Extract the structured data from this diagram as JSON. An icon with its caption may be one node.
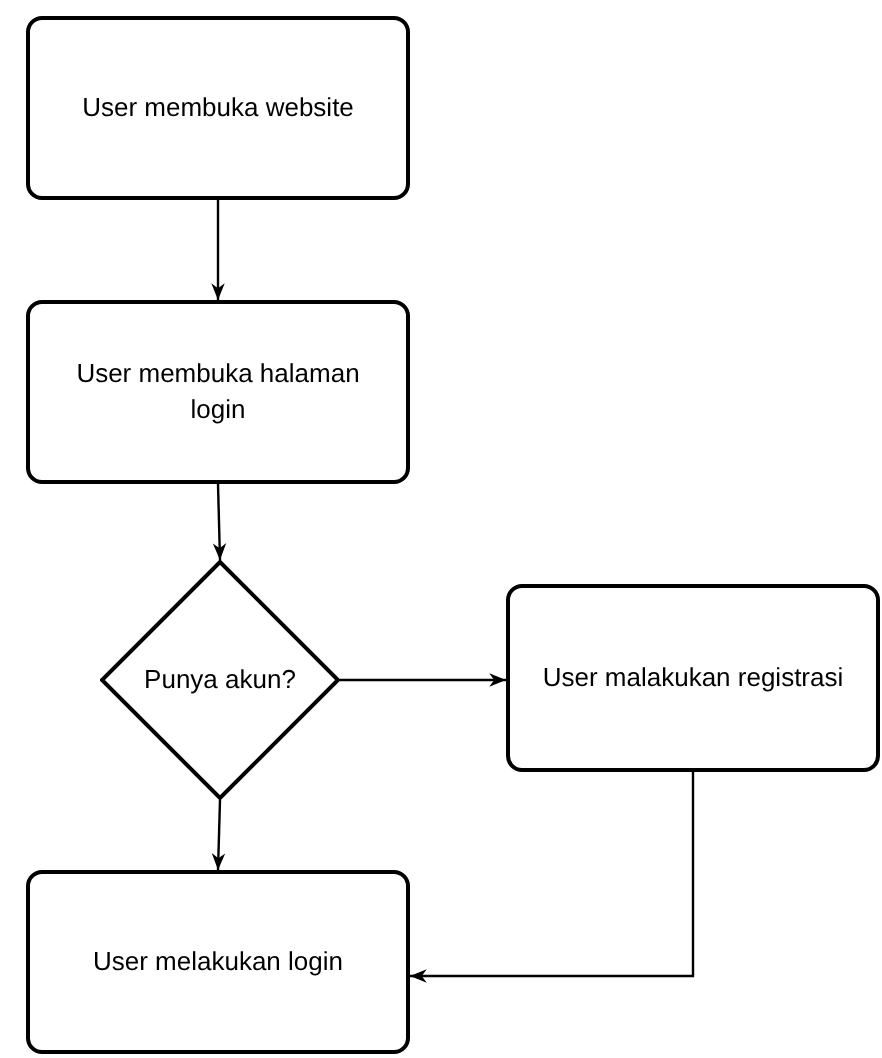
{
  "diagram": {
    "nodes": [
      {
        "text": [
          "User membuka website"
        ]
      },
      {
        "text": [
          "User membuka halaman login"
        ]
      },
      {
        "text": [
          "Punya akun?"
        ]
      },
      {
        "text": [
          "User malakukan registrasi"
        ]
      },
      {
        "text": [
          "User melakukan login"
        ]
      }
    ],
    "edges": [
      {
        "from": 0,
        "to": 1,
        "arrow": "to"
      },
      {
        "from": 1,
        "to": 2,
        "arrow": "to"
      },
      {
        "from": 2,
        "to": 3,
        "arrow": "to"
      },
      {
        "from": 2,
        "to": 4,
        "arrow": "to"
      },
      {
        "from": 3,
        "to": 4,
        "arrow": "to"
      }
    ]
  }
}
